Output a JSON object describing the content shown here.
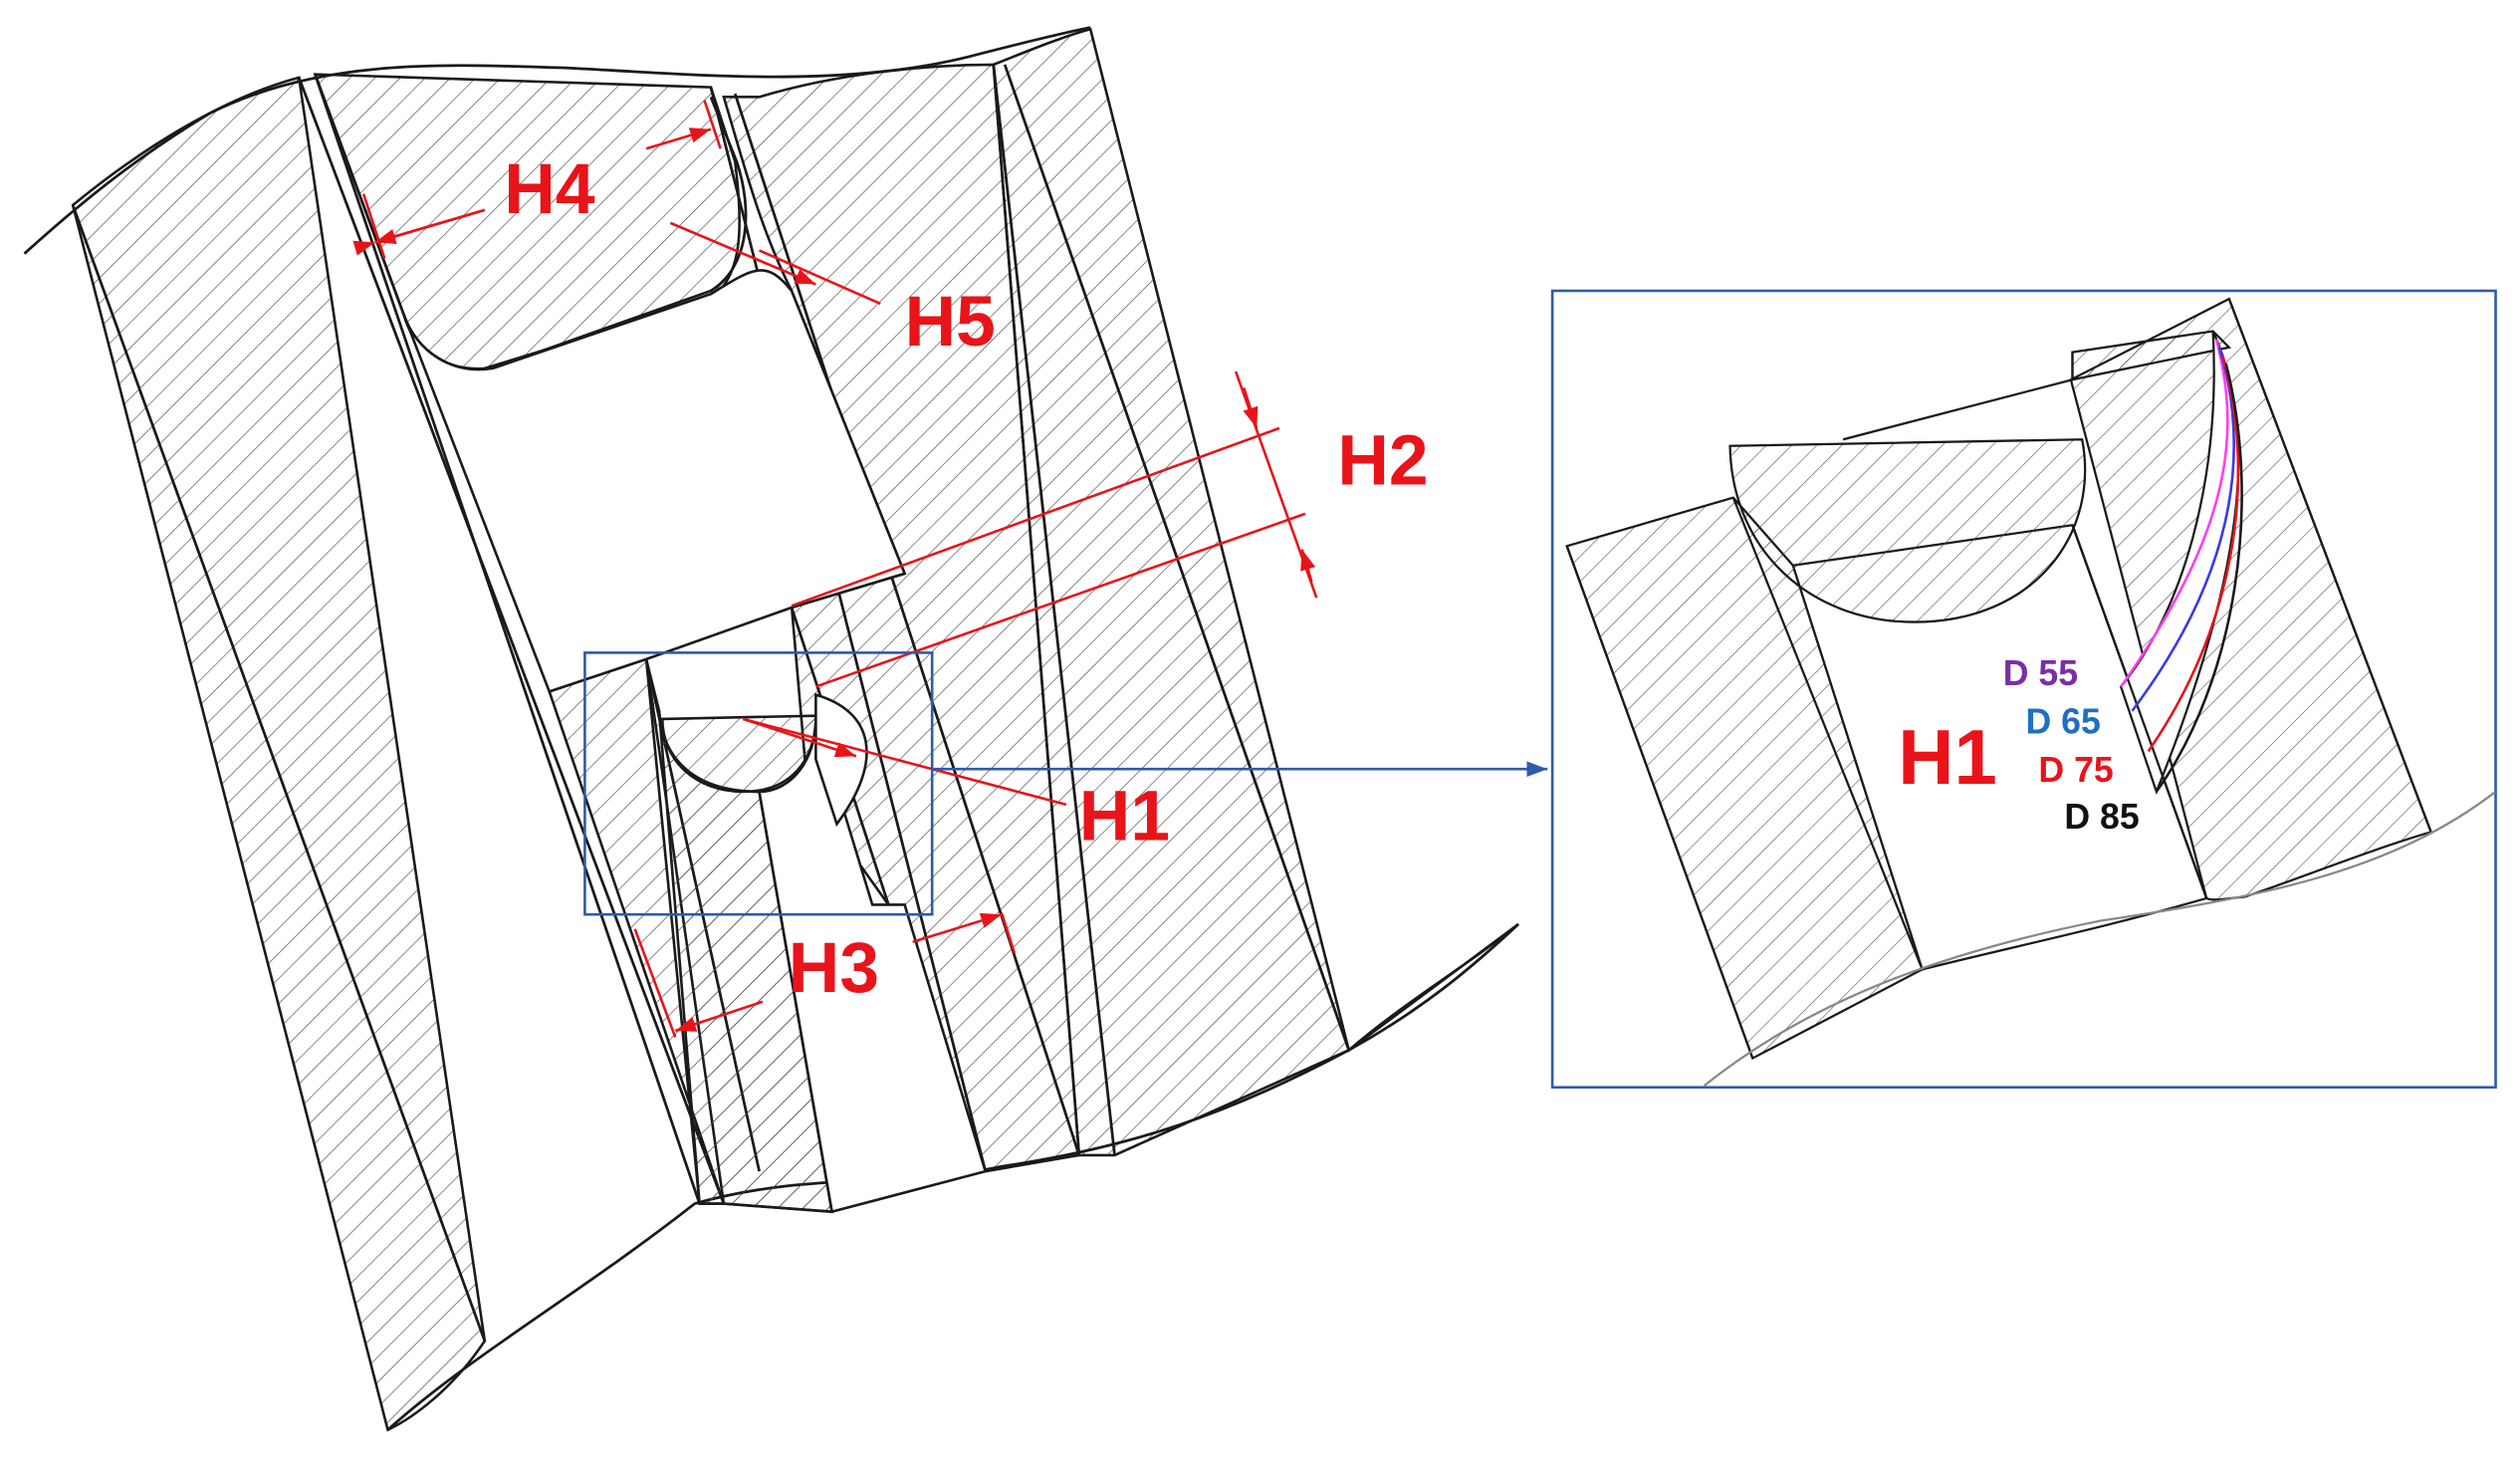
{
  "colors": {
    "outline": "#1a1a1a",
    "hatch": "#4a4a4a",
    "dimension": "#e8141a",
    "callout": "#2f5aa8",
    "label_main": "#e8141a",
    "d55": "#7a2ea6",
    "d65": "#1f6fc4",
    "d75": "#e8141a",
    "d85": "#111111",
    "curve_d55": "#ff3df0",
    "curve_d65": "#3a3ae8",
    "curve_d75": "#e8141a"
  },
  "labels": {
    "h1": "H1",
    "h2": "H2",
    "h3": "H3",
    "h4": "H4",
    "h5": "H5",
    "inset_h1": "H1"
  },
  "legend": {
    "d55": "D 55",
    "d65": "D 65",
    "d75": "D 75",
    "d85": "D 85"
  }
}
